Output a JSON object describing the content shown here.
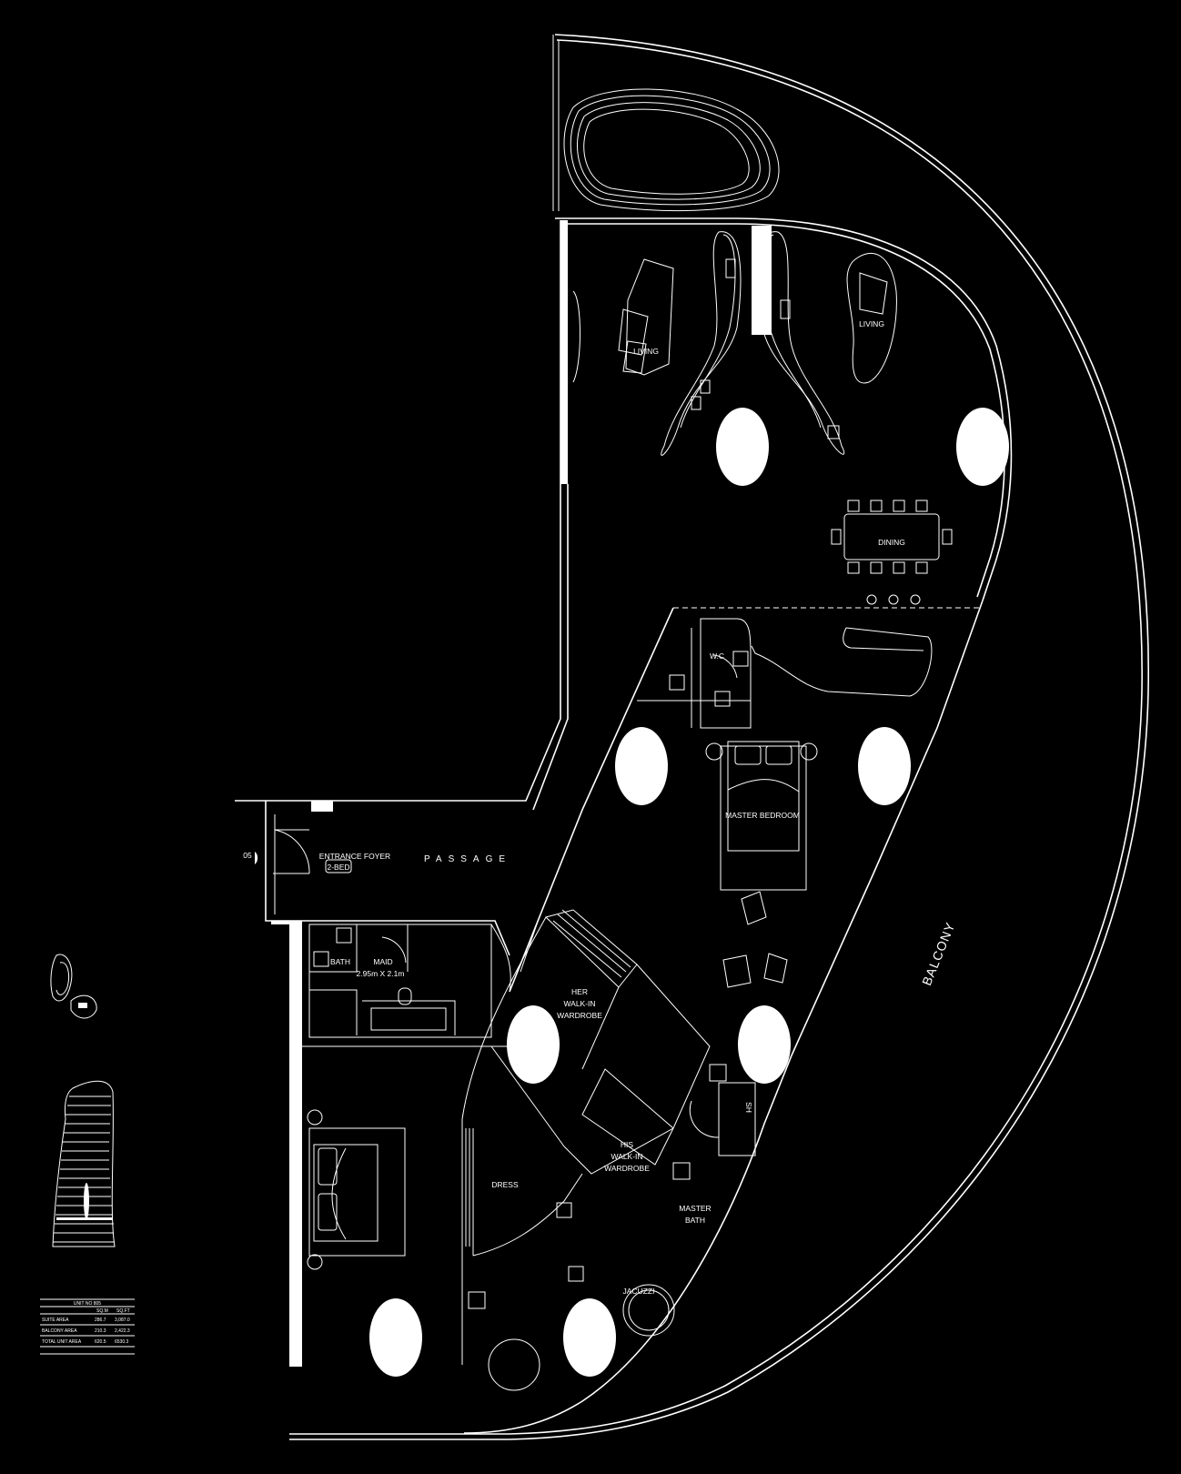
{
  "rooms": {
    "living_left": "LIVING",
    "living_right": "LIVING",
    "dining": "DINING",
    "wc": "W.C",
    "master_bedroom": "MASTER BEDROOM",
    "entrance_foyer": "ENTRANCE FOYER",
    "passage": "PASSAGE",
    "door_tag": "2-BED",
    "door_number": "05",
    "bath": "BATH",
    "maid": "MAID",
    "maid_size": "2.95m X 2.1m",
    "balcony": "BALCONY",
    "her_wardrobe_1": "HER",
    "her_wardrobe_2": "WALK-IN",
    "her_wardrobe_3": "WARDROBE",
    "his_wardrobe_1": "HIS",
    "his_wardrobe_2": "WALK-IN",
    "his_wardrobe_3": "WARDROBE",
    "shower": "SH",
    "dress": "DRESS",
    "master_bath_1": "MASTER",
    "master_bath_2": "BATH",
    "jacuzzi": "JACUZZI"
  },
  "area_table": {
    "title": "UNIT NO 805",
    "headers": [
      "",
      "SQ.M",
      "SQ.FT"
    ],
    "rows": [
      [
        "SUITE AREA",
        "286.7",
        "3,087.0"
      ],
      [
        "BALCONY AREA",
        "210.3",
        "2,422.3"
      ],
      [
        "TOTAL UNIT AREA",
        "620.5",
        "6530.3"
      ]
    ]
  },
  "colors": {
    "background": "#000000",
    "line": "#ffffff"
  }
}
